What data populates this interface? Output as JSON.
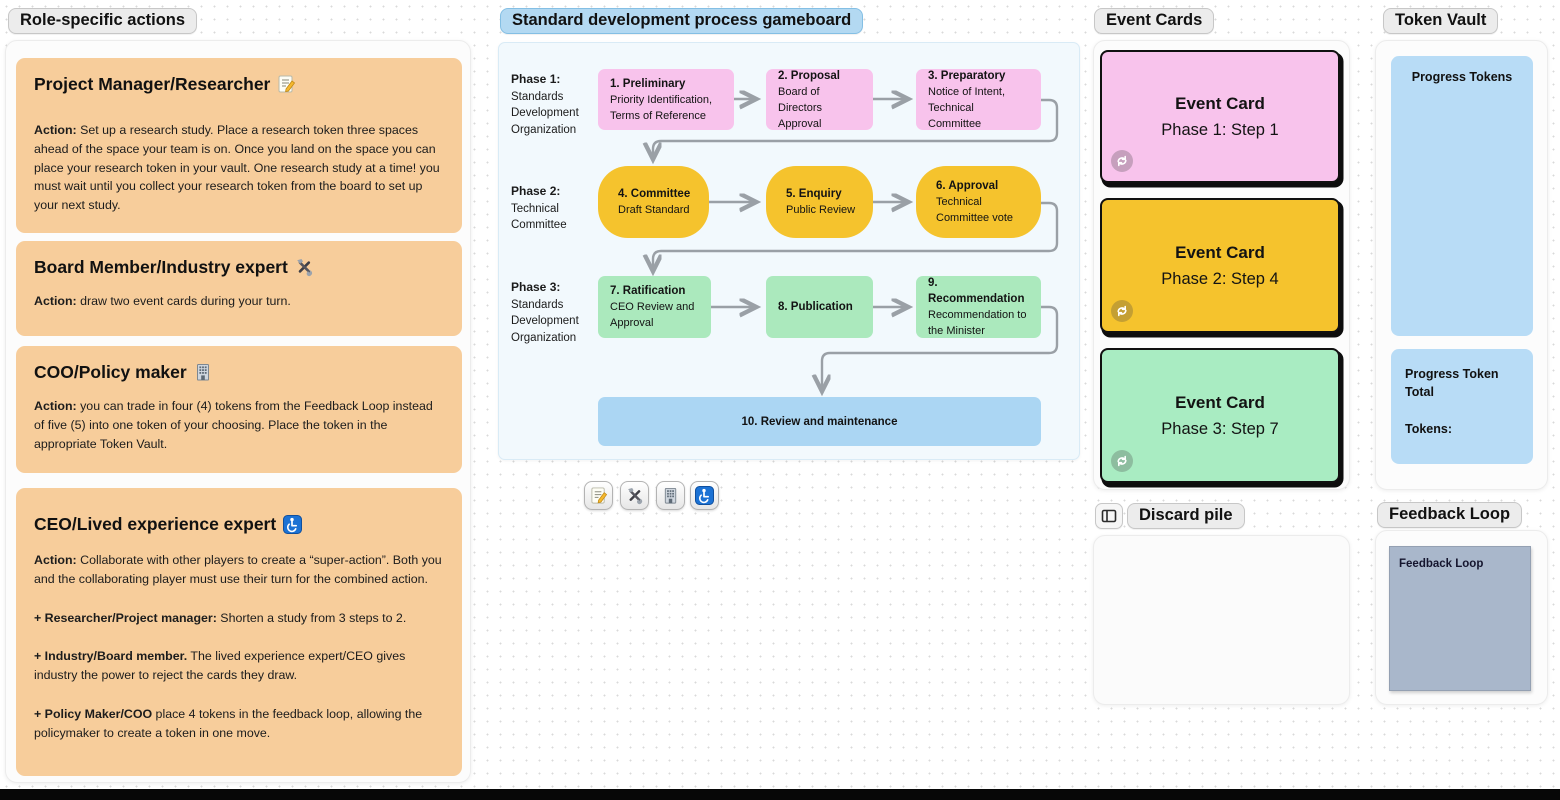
{
  "colors": {
    "pink": "#f8c3ec",
    "yellow": "#f5c32d",
    "green": "#abe9bd",
    "ecard_green": "#a9ecc2",
    "blue_step": "#abd6f3",
    "orange_card": "#f7cd9b",
    "board_bg": "#f2f9fd",
    "board_border": "#d9ebf6",
    "title_pill_blue": "#b3d9f2",
    "arrow": "#9aa0a6",
    "vault_blue": "#b8dcf6",
    "feedback_gray": "#a9b7cb"
  },
  "role_panel": {
    "title": "Role-specific actions",
    "cards": [
      {
        "title": "Project Manager/Researcher",
        "icon": "memo-icon",
        "paragraphs": [
          {
            "lead": "Action:",
            "text": " Set up a research study. Place a research token three spaces ahead of the space your team is on. Once you land on the space you can place your research token in your vault. One research study at a time! you must wait until you collect your research token from the board to set up your next study."
          }
        ]
      },
      {
        "title": "Board Member/Industry expert",
        "icon": "tools-icon",
        "paragraphs": [
          {
            "lead": "Action:",
            "text": " draw two event cards during your turn."
          }
        ]
      },
      {
        "title": "COO/Policy maker",
        "icon": "building-icon",
        "paragraphs": [
          {
            "lead": "Action:",
            "text": " you can trade in four (4) tokens from the Feedback Loop instead of five (5) into one token of your choosing. Place the token in the appropriate Token Vault."
          }
        ]
      },
      {
        "title": "CEO/Lived experience expert",
        "icon": "accessibility-icon",
        "paragraphs": [
          {
            "lead": "Action:",
            "text": " Collaborate with other players to create a “super-action”. Both you and the collaborating player must use their turn for the combined action."
          },
          {
            "lead": "+ Researcher/Project manager:",
            "text": " Shorten a study from 3 steps to 2."
          },
          {
            "lead": "+ Industry/Board member.",
            "text": " The lived experience expert/CEO gives industry the power to reject the cards they draw."
          },
          {
            "lead": "+ Policy Maker/COO",
            "text": " place 4 tokens in the feedback loop, allowing the policymaker to create a token in one move."
          }
        ]
      }
    ]
  },
  "gameboard": {
    "title": "Standard development process gameboard",
    "phases": [
      {
        "lead": "Phase 1:",
        "lines": [
          "Standards",
          "Development",
          "Organization"
        ]
      },
      {
        "lead": "Phase 2:",
        "lines": [
          "Technical",
          "Committee"
        ]
      },
      {
        "lead": "Phase 3:",
        "lines": [
          "Standards",
          "Development",
          "Organization"
        ]
      }
    ],
    "steps": [
      {
        "title": "1. Preliminary",
        "line1": "Priority Identification,",
        "line2": "Terms of Reference"
      },
      {
        "title": "2. Proposal",
        "line1": "Board of Directors",
        "line2": "Approval"
      },
      {
        "title": "3. Preparatory",
        "line1": "Notice of Intent,",
        "line2": "Technical Committee"
      },
      {
        "title": "4. Committee",
        "line1": "Draft Standard",
        "line2": ""
      },
      {
        "title": "5. Enquiry",
        "line1": "Public Review",
        "line2": ""
      },
      {
        "title": "6. Approval",
        "line1": "Technical",
        "line2": "Committee vote"
      },
      {
        "title": "7. Ratification",
        "line1": "CEO Review and",
        "line2": "Approval"
      },
      {
        "title": "8. Publication",
        "line1": "",
        "line2": ""
      },
      {
        "title": "9. Recommendation",
        "line1": "Recommendation to",
        "line2": "the Minister"
      }
    ],
    "final_step": "10. Review and maintenance",
    "tokens": [
      "memo-token",
      "tools-token",
      "building-token",
      "accessibility-token"
    ]
  },
  "event_cards": {
    "title": "Event Cards",
    "cards": [
      {
        "line1": "Event Card",
        "line2": "Phase 1: Step 1"
      },
      {
        "line1": "Event Card",
        "line2": "Phase 2: Step 4"
      },
      {
        "line1": "Event Card",
        "line2": "Phase 3: Step 7"
      }
    ]
  },
  "discard": {
    "title": "Discard pile"
  },
  "token_vault": {
    "title": "Token Vault",
    "progress_label": "Progress Tokens",
    "total_line1": "Progress Token",
    "total_line2": "Total",
    "tokens_label": "Tokens:"
  },
  "feedback": {
    "title": "Feedback Loop",
    "inner_label": "Feedback Loop"
  }
}
